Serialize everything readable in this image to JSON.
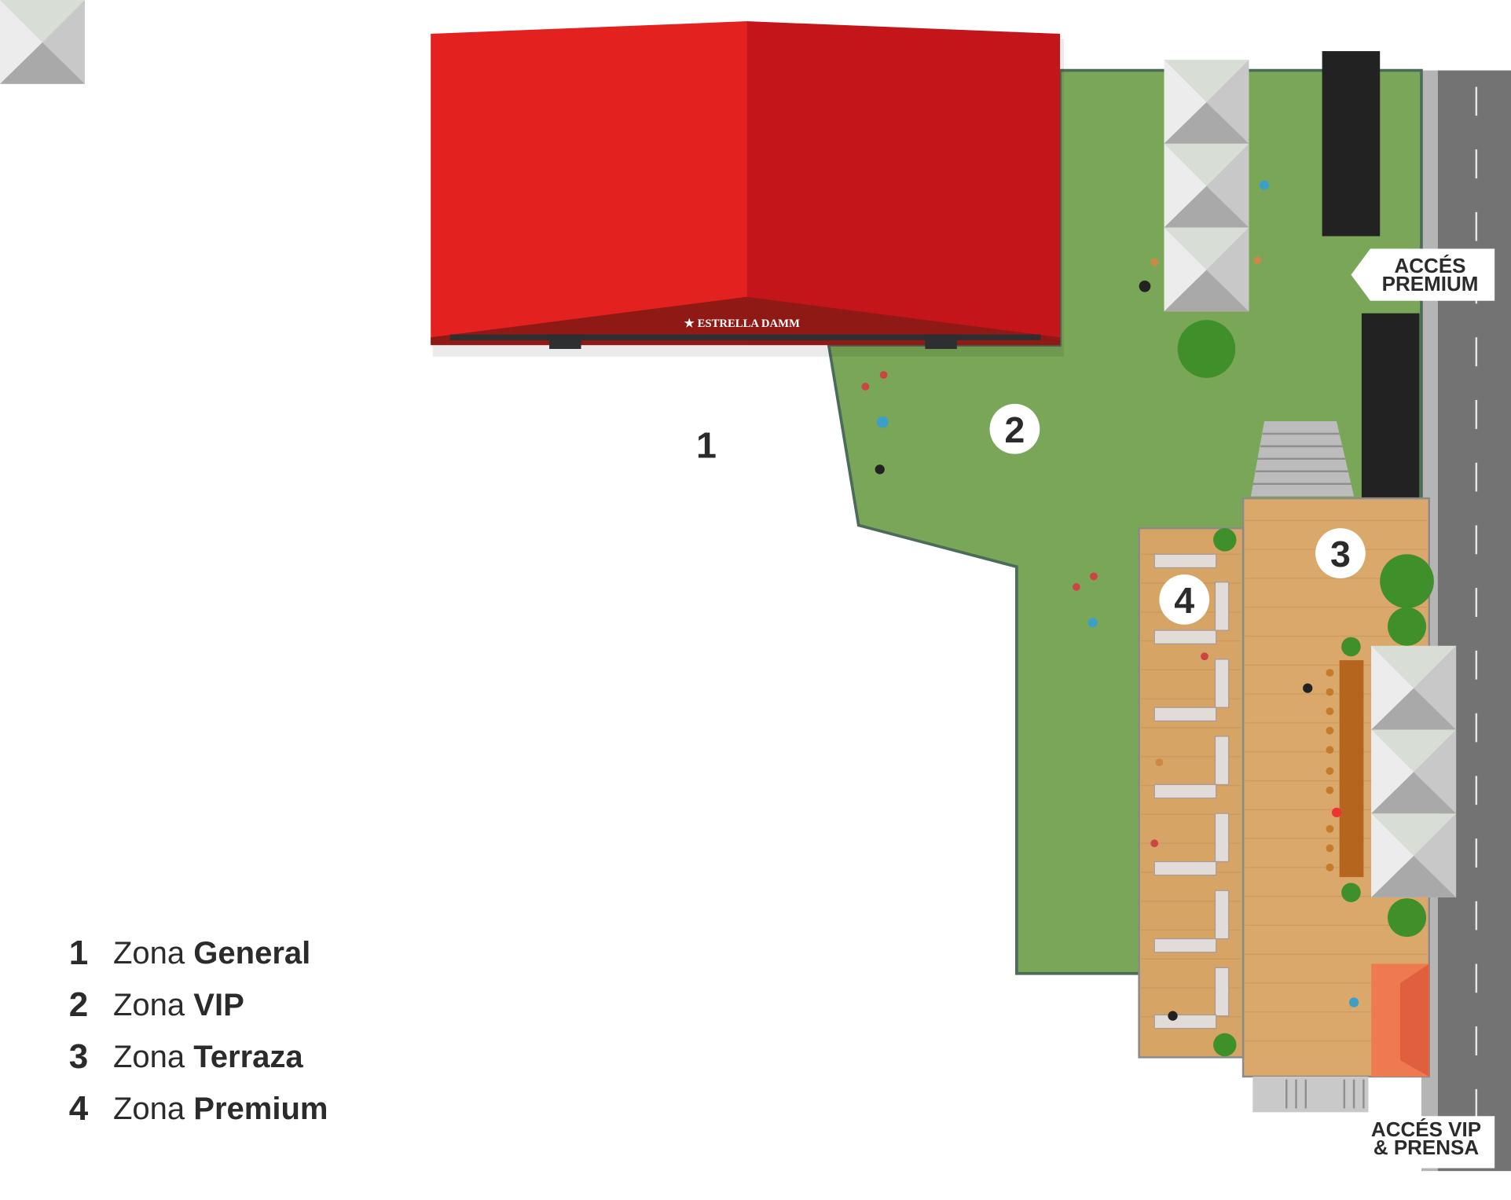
{
  "brand": {
    "tent_logo": "ESTRELLA DAMM"
  },
  "zones": [
    {
      "number": "1",
      "prefix": "Zona",
      "name": "General"
    },
    {
      "number": "2",
      "prefix": "Zona",
      "name": "VIP"
    },
    {
      "number": "3",
      "prefix": "Zona",
      "name": "Terraza"
    },
    {
      "number": "4",
      "prefix": "Zona",
      "name": "Premium"
    }
  ],
  "signs": {
    "premium_line1": "ACCÉS",
    "premium_line2": "PREMIUM",
    "vip_line1": "ACCÉS VIP",
    "vip_line2": "& PRENSA"
  },
  "colors": {
    "tent": "#e3211f",
    "grass": "#7aa757",
    "deck": "#d9a86a",
    "road": "#737373"
  }
}
